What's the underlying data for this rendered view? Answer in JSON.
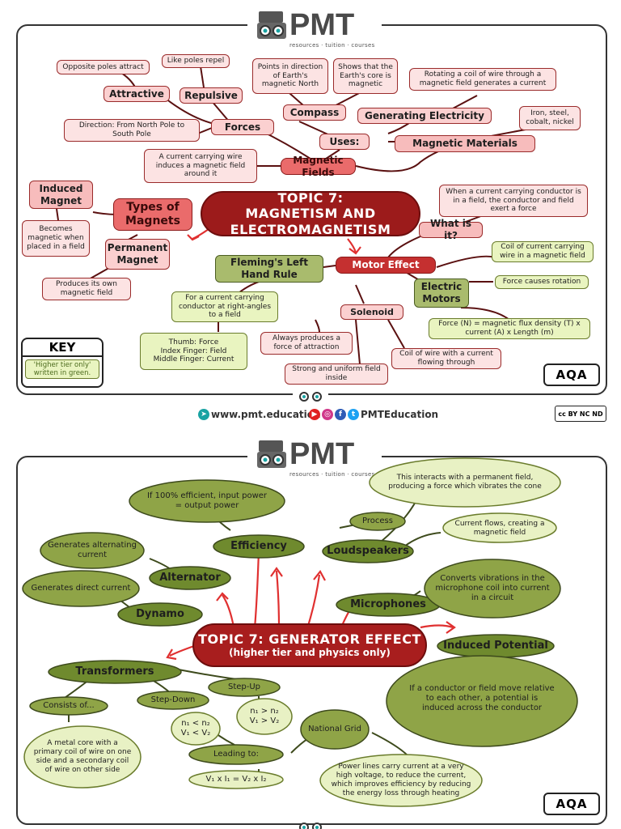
{
  "brand": {
    "name": "PMT",
    "tagline": "resources · tuition · courses"
  },
  "page1": {
    "main_title": "TOPIC 7: MAGNETISM AND ELECTROMAGNETISM",
    "nodes": {
      "opposite_poles": "Opposite poles attract",
      "like_poles": "Like poles repel",
      "attractive": "Attractive",
      "repulsive": "Repulsive",
      "points_north": "Points in direction of Earth's magnetic North",
      "earth_core": "Shows that the Earth's core is magnetic",
      "rotating_coil": "Rotating a coil of wire through a magnetic field generates a current",
      "compass": "Compass",
      "generating_electricity": "Generating Electricity",
      "iron_steel": "Iron, steel, cobalt, nickel",
      "direction": "Direction: From North Pole to South Pole",
      "forces": "Forces",
      "uses": "Uses:",
      "magnetic_materials": "Magnetic Materials",
      "current_wire": "A current carrying wire induces a magnetic field around it",
      "magnetic_fields": "Magnetic Fields",
      "induced_magnet": "Induced Magnet",
      "types_of_magnets": "Types of Magnets",
      "becomes_magnetic": "Becomes magnetic when placed in a field",
      "permanent_magnet": "Permanent Magnet",
      "produces_field": "Produces its own magnetic field",
      "when_current": "When a current carrying conductor is in a field, the conductor and field exert a force",
      "what_is_it": "What is it?",
      "flemings": "Fleming's Left Hand Rule",
      "motor_effect": "Motor Effect",
      "coil_current": "Coil of current carrying wire in a magnetic field",
      "force_rotation": "Force causes rotation",
      "electric_motors": "Electric Motors",
      "right_angles": "For a current carrying conductor at right-angles to a field",
      "solenoid": "Solenoid",
      "force_formula": "Force (N) = magnetic flux density (T) x current (A) x Length (m)",
      "thumb": "Thumb: Force\nIndex Finger: Field\nMiddle Finger: Current",
      "always_attraction": "Always produces a force of attraction",
      "coil_flowing": "Coil of wire with a current flowing through",
      "strong_uniform": "Strong and uniform field inside"
    },
    "key": {
      "title": "KEY",
      "text": "'Higher tier only' written in green."
    },
    "exam_board": "AQA"
  },
  "footer": {
    "website": "www.pmt.education",
    "social": "PMTEducation",
    "license": "cc BY NC ND"
  },
  "page2": {
    "main_title": "TOPIC 7: GENERATOR EFFECT",
    "main_subtitle": "(higher tier and physics only)",
    "nodes": {
      "efficiency_note": "If 100% efficient, input power = output power",
      "interacts": "This interacts with a permanent field, producing a force which vibrates the cone",
      "process": "Process",
      "current_flows": "Current flows, creating a magnetic field",
      "generates_ac": "Generates alternating current",
      "efficiency": "Efficiency",
      "loudspeakers": "Loudspeakers",
      "converts": "Converts vibrations in the microphone coil into current in a circuit",
      "alternator": "Alternator",
      "generates_dc": "Generates direct current",
      "microphones": "Microphones",
      "dynamo": "Dynamo",
      "induced_potential": "Induced Potential",
      "transformers": "Transformers",
      "if_conductor": "If a conductor or field move relative to each other, a potential is induced across the conductor",
      "step_up": "Step-Up",
      "consists_of": "Consists of...",
      "step_down": "Step-Down",
      "n_less": "n₁ < n₂\nV₁ < V₂",
      "n_greater": "n₁ > n₂\nV₁ > V₂",
      "national_grid": "National Grid",
      "metal_core": "A metal core with a primary coil of wire on one side and a secondary coil of wire on other side",
      "leading_to": "Leading to:",
      "power_lines": "Power lines carry current at a very high voltage, to reduce the current, which improves efficiency by reducing the energy loss through heating",
      "formula": "V₁ x I₁ = V₂ x I₂"
    },
    "exam_board": "AQA"
  },
  "colors": {
    "accent_red": "#9c1b1b",
    "node_pink": "#fce3e3",
    "node_green": "#a9bb6d",
    "light_green": "#e9f4c0",
    "link_teal": "#1aa3a3"
  }
}
